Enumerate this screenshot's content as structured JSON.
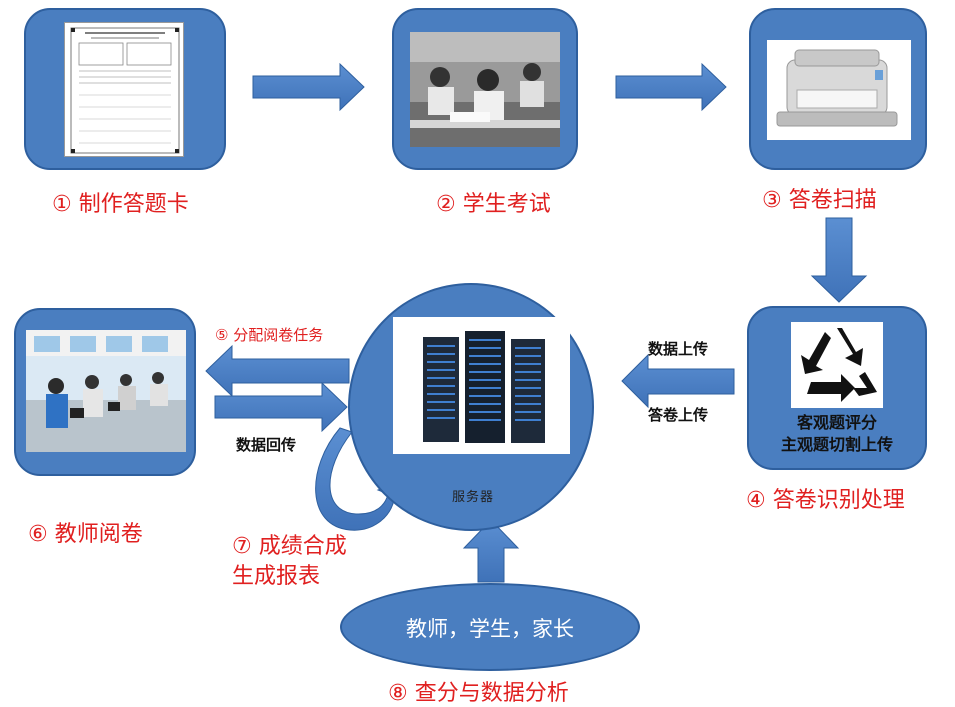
{
  "steps": {
    "s1": "① 制作答题卡",
    "s2": "② 学生考试",
    "s3": "③ 答卷扫描",
    "s4": "④ 答卷识别处理",
    "s5": "⑤ 分配阅卷任务",
    "s6": "⑥ 教师阅卷",
    "s7_line1": "⑦ 成绩合成",
    "s7_line2": "生成报表",
    "s8": "⑧ 查分与数据分析"
  },
  "box4": {
    "line1": "客观题评分",
    "line2": "主观题切割上传"
  },
  "arrow_labels": {
    "data_upload": "数据上传",
    "paper_upload": "答卷上传",
    "data_return": "数据回传"
  },
  "server": {
    "label": "服务器"
  },
  "users": {
    "label": "教师，学生，家长"
  },
  "colors": {
    "box_fill": "#4a7ec0",
    "step_label": "#e02020"
  }
}
